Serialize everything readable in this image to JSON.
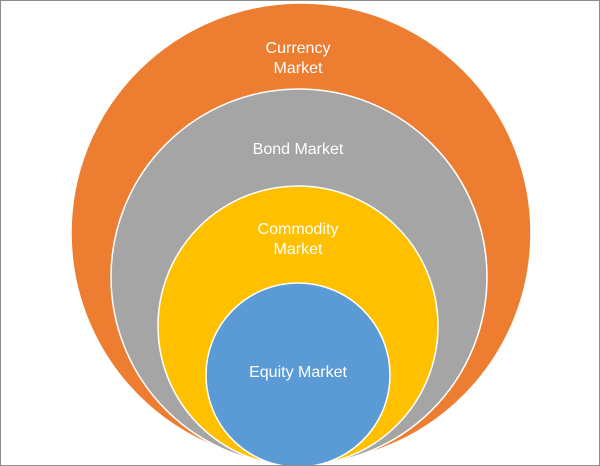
{
  "diagram": {
    "type": "nested-circles",
    "circles": [
      {
        "label": "Currency\nMarket",
        "color": "#ED7D31"
      },
      {
        "label": "Bond Market",
        "color": "#A5A5A5"
      },
      {
        "label": "Commodity\nMarket",
        "color": "#FFC000"
      },
      {
        "label": "Equity Market",
        "color": "#5B9BD5"
      }
    ]
  }
}
